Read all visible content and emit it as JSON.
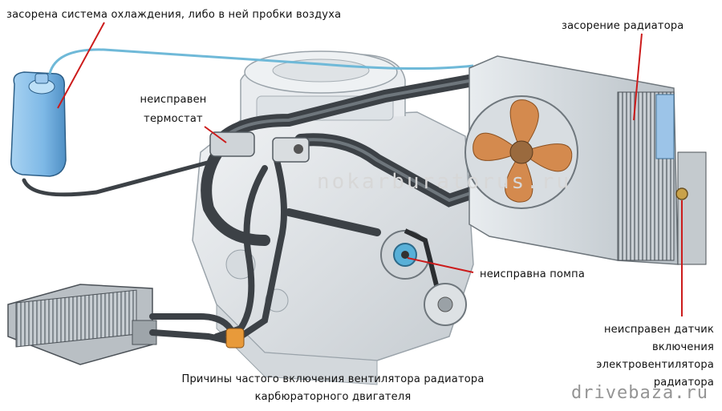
{
  "labels": {
    "cooling_clogged": "засорена система охлаждения, либо в ней пробки воздуха",
    "radiator_clogged": "засорение радиатора",
    "thermostat_line1": "неисправен",
    "thermostat_line2": "термостат",
    "pump_faulty": "неисправна помпа",
    "sensor_line1": "неисправен датчик",
    "sensor_line2": "включения",
    "sensor_line3": "электровентилятора",
    "sensor_line4": "радиатора"
  },
  "caption": {
    "line1": "Причины частого включения вентилятора радиатора",
    "line2": "карбюраторного двигателя"
  },
  "watermarks": {
    "center": "nokarburatorus.ru",
    "corner": "drivebaza.ru"
  },
  "colors": {
    "leader": "#cc1b1b",
    "hose": "#3c4146",
    "hose_highlight": "#6e767c",
    "engine": "#e2e6ea",
    "engine_edge": "#9aa3aa",
    "fan_blade": "#d48a4e",
    "radiator": "#cfd5da",
    "tank": "#7db8e6",
    "tube": "#6fb9d8",
    "clamp": "#e89a3a",
    "sensor": "#9cc4e8"
  }
}
